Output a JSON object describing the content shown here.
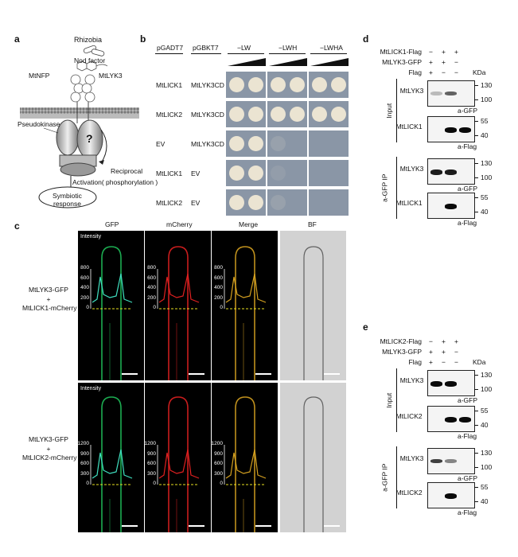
{
  "panel_labels": {
    "a": "a",
    "b": "b",
    "c": "c",
    "d": "d",
    "e": "e"
  },
  "panel_a": {
    "rhizobia": "Rhizobia",
    "nod_factor": "Nod factor",
    "mtnfp": "MtNFP",
    "mtlyk3": "MtLYK3",
    "pseudokinase": "Pseudokinase",
    "question": "?",
    "activation": "Activation( phosphorylation )",
    "reciprocal": "Reciprocal",
    "symbiotic": "Symbiotic",
    "response": "response"
  },
  "panel_b": {
    "col_ad": "pGADT7",
    "col_bd": "pGBKT7",
    "media": [
      "−LW",
      "−LWH",
      "−LWHA"
    ],
    "rows": [
      {
        "ad": "MtLICK1",
        "bd": "MtLYK3CD"
      },
      {
        "ad": "MtLICK2",
        "bd": "MtLYK3CD"
      },
      {
        "ad": "EV",
        "bd": "MtLYK3CD"
      },
      {
        "ad": "MtLICK1",
        "bd": "EV"
      },
      {
        "ad": "MtLICK2",
        "bd": "EV"
      }
    ]
  },
  "panel_c": {
    "cols": [
      "GFP",
      "mCherry",
      "Merge",
      "BF"
    ],
    "intensity": "Intensity",
    "row1_label": [
      "MtLYK3-GFP",
      "+",
      "MtLICK1-mCherry"
    ],
    "row2_label": [
      "MtLYK3-GFP",
      "+",
      "MtLICK2-mCherry"
    ],
    "row1_ticks": [
      "800",
      "600",
      "400",
      "200",
      "0"
    ],
    "row2_ticks": [
      "1200",
      "900",
      "600",
      "300",
      "0"
    ]
  },
  "panel_d": {
    "cond_rows": [
      {
        "label": "MtLICK1-Flag",
        "signs": [
          "−",
          "+",
          "+"
        ]
      },
      {
        "label": "MtLYK3-GFP",
        "signs": [
          "+",
          "+",
          "−"
        ]
      },
      {
        "label": "Flag",
        "signs": [
          "+",
          "−",
          "−"
        ]
      }
    ],
    "kda": "KDa",
    "input": "Input",
    "ip": "a-GFP IP",
    "blots": [
      {
        "protein": "MtLYK3",
        "ab": "a-GFP",
        "mw": [
          "130",
          "100"
        ]
      },
      {
        "protein": "MtLICK1",
        "ab": "a-Flag",
        "mw": [
          "55",
          "40"
        ]
      },
      {
        "protein": "MtLYK3",
        "ab": "a-GFP",
        "mw": [
          "130",
          "100"
        ]
      },
      {
        "protein": "MtLICK1",
        "ab": "a-Flag",
        "mw": [
          "55",
          "40"
        ]
      }
    ]
  },
  "panel_e": {
    "cond_rows": [
      {
        "label": "MtLICK2-Flag",
        "signs": [
          "−",
          "+",
          "+"
        ]
      },
      {
        "label": "MtLYK3-GFP",
        "signs": [
          "+",
          "+",
          "−"
        ]
      },
      {
        "label": "Flag",
        "signs": [
          "+",
          "−",
          "−"
        ]
      }
    ],
    "kda": "KDa",
    "input": "Input",
    "ip": "a-GFP IP",
    "blots": [
      {
        "protein": "MtLYK3",
        "ab": "a-GFP",
        "mw": [
          "130",
          "100"
        ]
      },
      {
        "protein": "MtLICK2",
        "ab": "a-Flag",
        "mw": [
          "55",
          "40"
        ]
      },
      {
        "protein": "MtLYK3",
        "ab": "a-GFP",
        "mw": [
          "130",
          "100"
        ]
      },
      {
        "protein": "MtLICK2",
        "ab": "a-Flag",
        "mw": [
          "55",
          "40"
        ]
      }
    ]
  },
  "colors": {
    "gfp": "#1fbf5a",
    "mcherry": "#e02020",
    "merge": "#d4a020",
    "cyan": "#40e0c0",
    "yellow_dash": "#e8e020"
  }
}
